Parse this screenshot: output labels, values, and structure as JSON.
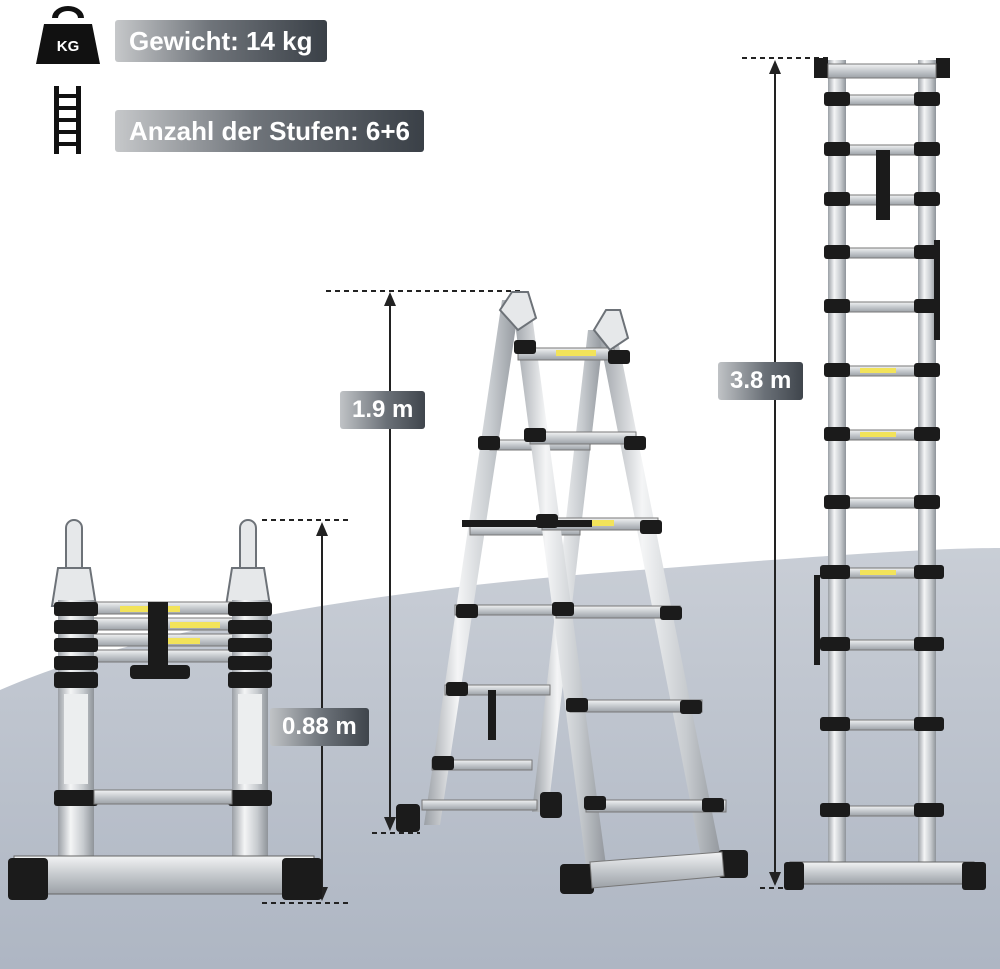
{
  "specs": {
    "weight": "Gewicht: 14 kg",
    "steps": "Anzahl der Stufen: 6+6",
    "weight_icon_text": "KG"
  },
  "icons": {
    "weight": "kettlebell-weight-icon",
    "steps": "ladder-icon"
  },
  "dimensions": {
    "folded": "0.88 m",
    "a_frame": "1.9 m",
    "extended": "3.8 m"
  },
  "colors": {
    "background_top": "#ffffff",
    "floor": "#b9c0cc",
    "aluminium": "#d7dadd",
    "clamp": "#1b1b1b",
    "warning_label": "#f2e35a"
  }
}
